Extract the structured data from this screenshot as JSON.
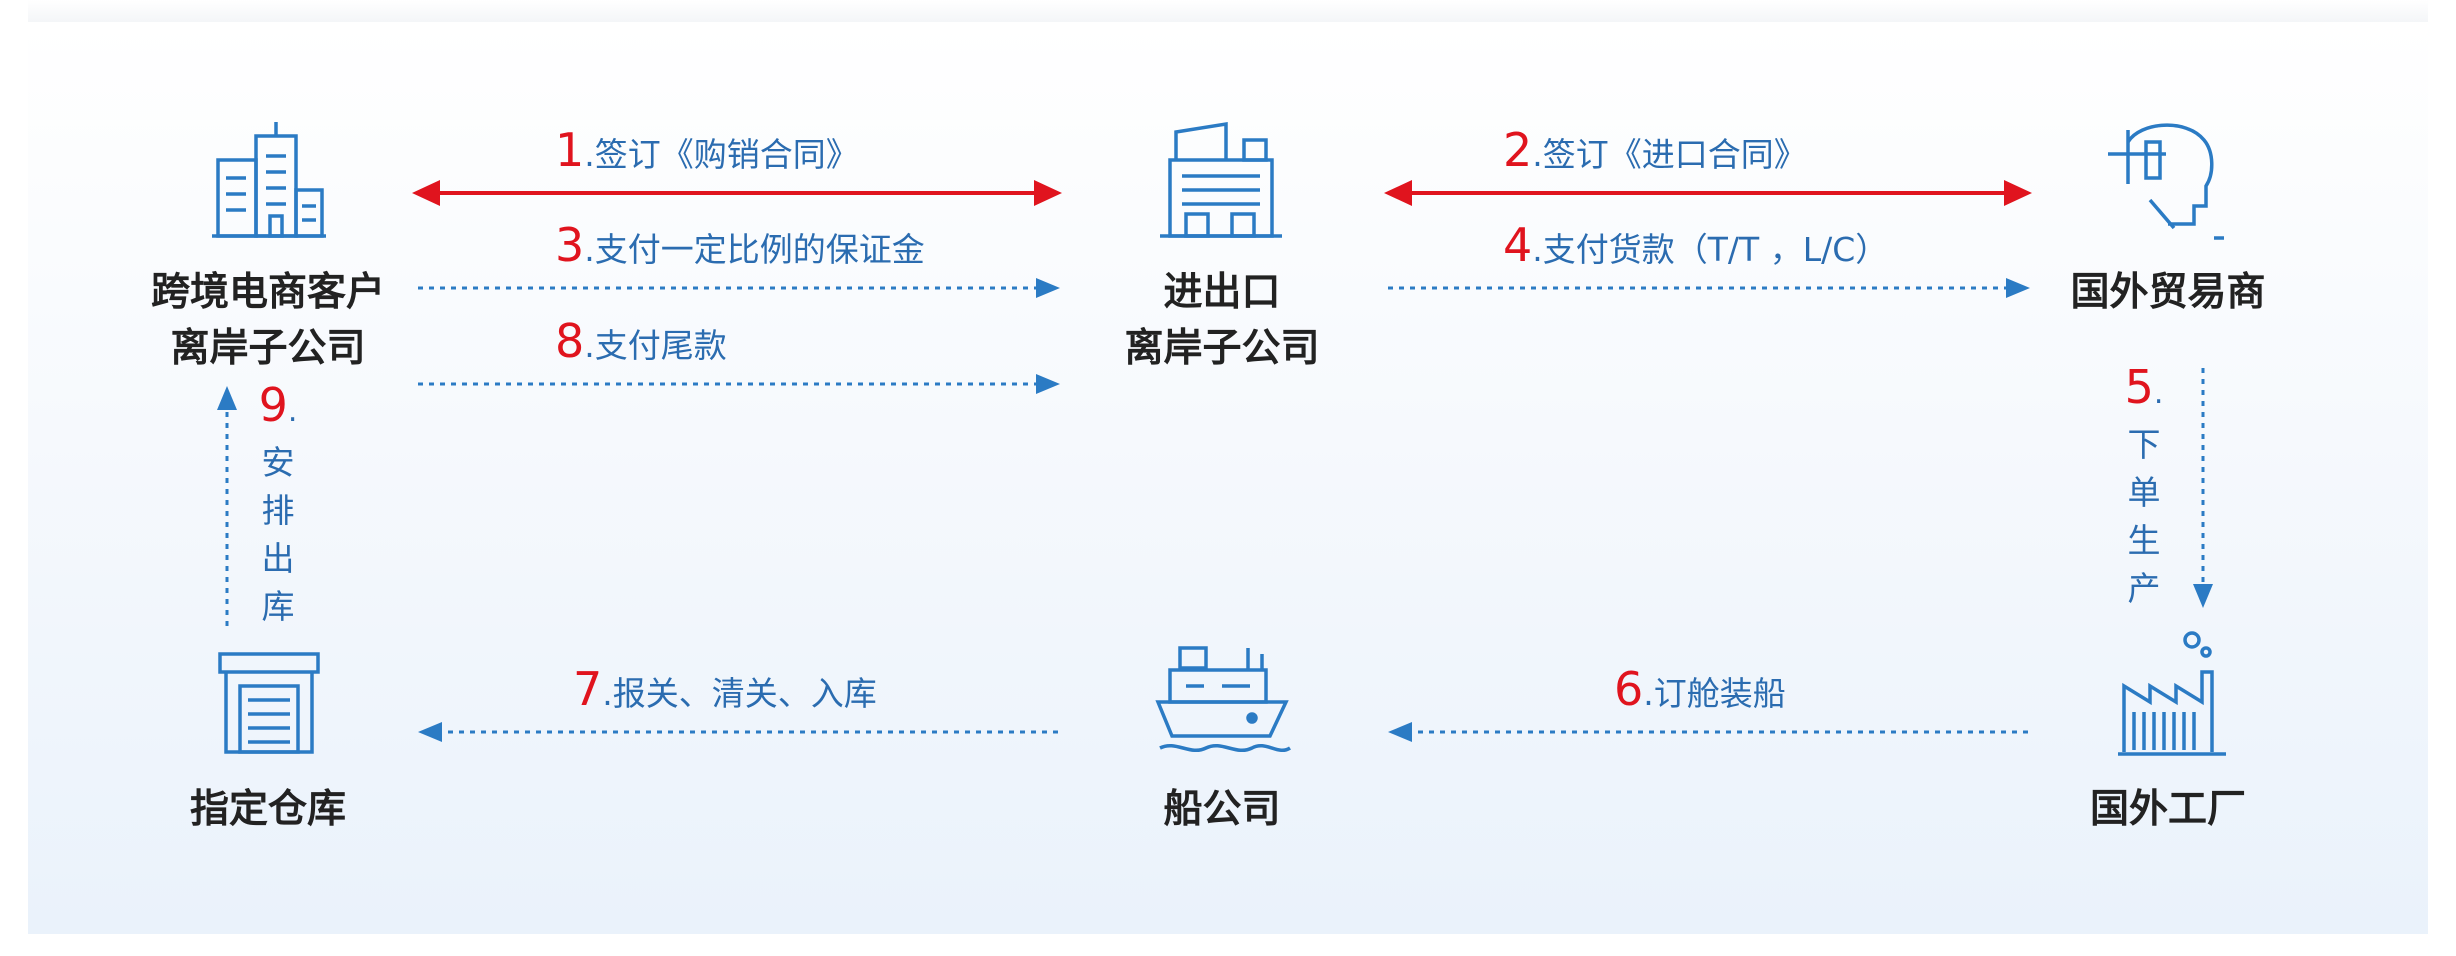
{
  "colors": {
    "accent_blue": "#2b7bc4",
    "red": "#e0141e",
    "label_text": "#222222",
    "step_text": "#2b6cb0"
  },
  "nodes": {
    "cross_border_customer": {
      "icon": "office-buildings-icon",
      "line1": "跨境电商客户",
      "line2": "离岸子公司"
    },
    "import_export": {
      "icon": "factory-building-icon",
      "line1": "进出口",
      "line2": "离岸子公司"
    },
    "foreign_trader": {
      "icon": "trader-head-icon",
      "line1": "国外贸易商"
    },
    "foreign_factory": {
      "icon": "factory-chimney-icon",
      "line1": "国外工厂"
    },
    "shipping_company": {
      "icon": "cargo-ship-icon",
      "line1": "船公司"
    },
    "warehouse": {
      "icon": "warehouse-icon",
      "line1": "指定仓库"
    }
  },
  "steps": {
    "s1": {
      "num": "1",
      "text": ".签订《购销合同》"
    },
    "s2": {
      "num": "2",
      "text": ".签订《进口合同》"
    },
    "s3": {
      "num": "3",
      "text": ".支付一定比例的保证金"
    },
    "s4": {
      "num": "4",
      "text": ".支付货款（T/T ，L/C）"
    },
    "s5": {
      "num": "5",
      "dot": ".",
      "chars": [
        "下",
        "单",
        "生",
        "产"
      ]
    },
    "s6": {
      "num": "6",
      "text": ".订舱装船"
    },
    "s7": {
      "num": "7",
      "text": ".报关、清关、入库"
    },
    "s8": {
      "num": "8",
      "text": ".支付尾款"
    },
    "s9": {
      "num": "9",
      "dot": ".",
      "chars": [
        "安",
        "排",
        "出",
        "库"
      ]
    }
  }
}
